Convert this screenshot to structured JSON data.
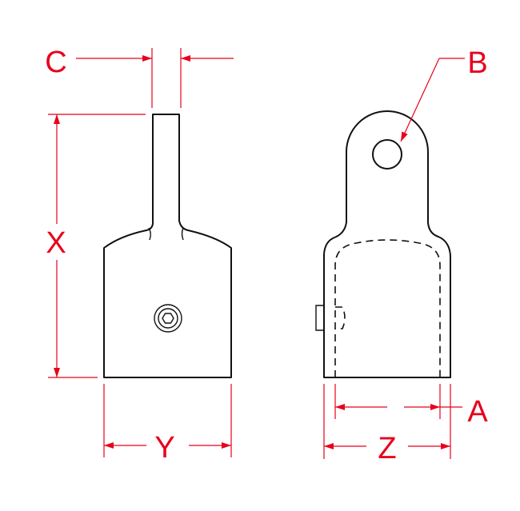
{
  "colors": {
    "dimension": "#e8001b",
    "outline": "#111111",
    "background": "#ffffff"
  },
  "labels": {
    "c": "C",
    "b": "B",
    "x": "X",
    "y": "Y",
    "z": "Z",
    "a": "A"
  }
}
